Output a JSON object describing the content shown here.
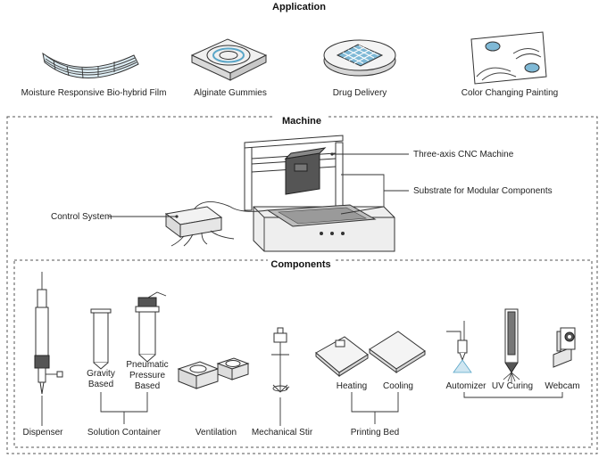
{
  "sections": {
    "application": "Application",
    "machine": "Machine",
    "components": "Components"
  },
  "application_items": [
    "Moisture Responsive Bio-hybrid Film",
    "Alginate Gummies",
    "Drug Delivery",
    "Color Changing Painting"
  ],
  "machine_labels": {
    "cnc": "Three-axis CNC Machine",
    "substrate": "Substrate for Modular Components",
    "control": "Control System"
  },
  "components": {
    "dispenser": "Dispenser",
    "gravity_1": "Gravity",
    "gravity_2": "Based",
    "pneumatic_1": "Pneumatic",
    "pneumatic_2": "Pressure",
    "pneumatic_3": "Based",
    "solution_container": "Solution Container",
    "ventilation": "Ventilation",
    "mechanical_stir": "Mechanical Stir",
    "heating": "Heating",
    "cooling": "Cooling",
    "printing_bed": "Printing Bed",
    "automizer": "Automizer",
    "uv_curing": "UV Curing",
    "webcam": "Webcam"
  },
  "colors": {
    "accent_blue": "#5aa6c8",
    "line": "#444444",
    "fill_light": "#e9e9e9",
    "fill_dark": "#555555"
  }
}
